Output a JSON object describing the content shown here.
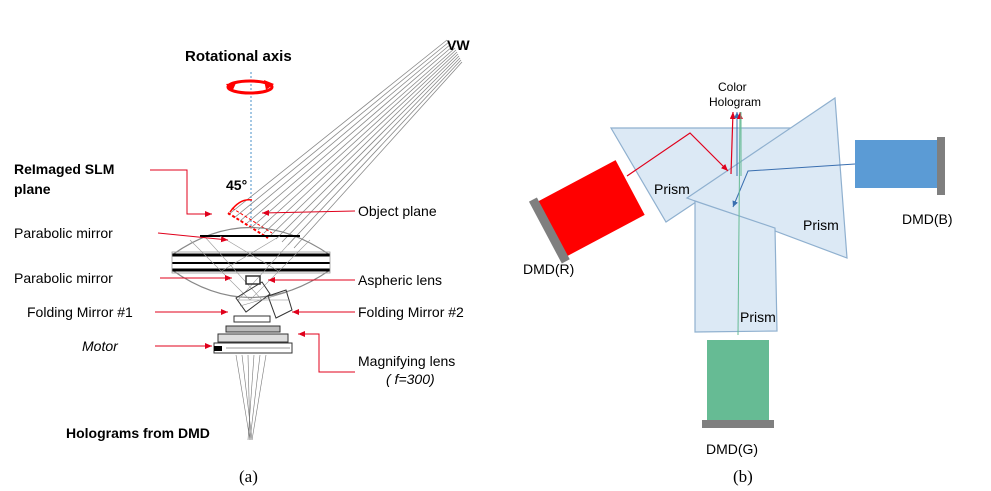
{
  "panel_a": {
    "caption": "(a)",
    "vw": "VW",
    "rotational_axis": "Rotational axis",
    "angle": "45°",
    "reimaged_line1": "ReImaged SLM",
    "reimaged_line2": "plane",
    "object_plane": "Object plane",
    "parabolic_top": "Parabolic mirror",
    "parabolic_bottom": "Parabolic mirror",
    "aspheric": "Aspheric lens",
    "folding1": "Folding Mirror #1",
    "folding2": "Folding Mirror #2",
    "motor": "Motor",
    "magnifying": "Magnifying lens",
    "focal": "( f=300)",
    "holograms": "Holograms from DMD"
  },
  "panel_b": {
    "caption": "(b)",
    "color_line1": "Color",
    "color_line2": "Hologram",
    "prism_left": "Prism",
    "prism_right": "Prism",
    "prism_bottom": "Prism",
    "dmd_r": "DMD(R)",
    "dmd_b": "DMD(B)",
    "dmd_g": "DMD(G)",
    "colors": {
      "red": "#ff0000",
      "blue": "#5b9bd5",
      "green": "#66bb94",
      "prism_fill": "#dce9f5",
      "prism_edge": "#8fb0cf",
      "dmd_gray": "#7f7f7f",
      "arrow_red": "#e0001b"
    }
  }
}
